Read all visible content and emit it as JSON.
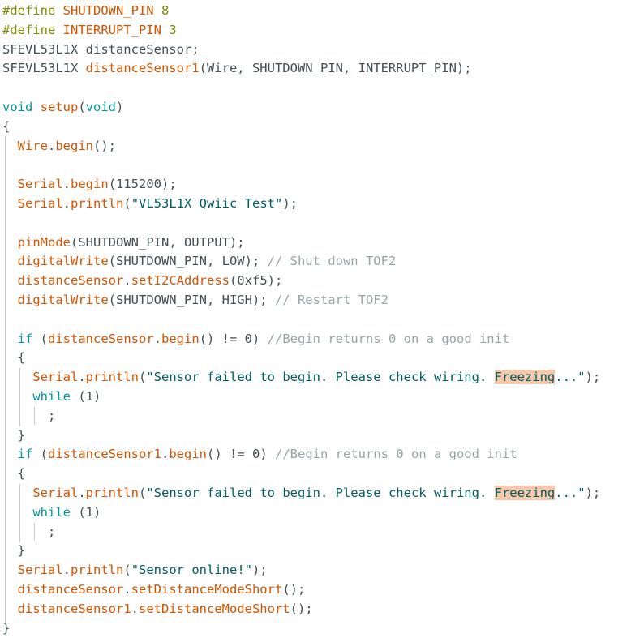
{
  "editor": {
    "language": "Arduino C++",
    "colors": {
      "preprocessor": "#728e00",
      "keyword": "#00979c",
      "function": "#d35400",
      "string": "#005c5f",
      "comment": "#95a5a6",
      "text": "#434f54",
      "highlight": "#f6c9ad"
    },
    "lines": [
      [
        {
          "t": "pp",
          "s": "#define "
        },
        {
          "t": "fn",
          "s": "SHUTDOWN_PIN"
        },
        {
          "t": "pp",
          "s": " 8"
        }
      ],
      [
        {
          "t": "pp",
          "s": "#define "
        },
        {
          "t": "fn",
          "s": "INTERRUPT_PIN"
        },
        {
          "t": "pp",
          "s": " 3"
        }
      ],
      [
        {
          "t": "tx",
          "s": "SFEVL53L1X distanceSensor;"
        }
      ],
      [
        {
          "t": "tx",
          "s": "SFEVL53L1X "
        },
        {
          "t": "fn",
          "s": "distanceSensor1"
        },
        {
          "t": "tx",
          "s": "(Wire, SHUTDOWN_PIN, INTERRUPT_PIN);"
        }
      ],
      [],
      [
        {
          "t": "kw",
          "s": "void"
        },
        {
          "t": "tx",
          "s": " "
        },
        {
          "t": "fn",
          "s": "setup"
        },
        {
          "t": "tx",
          "s": "("
        },
        {
          "t": "kw",
          "s": "void"
        },
        {
          "t": "tx",
          "s": ")"
        }
      ],
      [
        {
          "t": "tx",
          "s": "{"
        }
      ],
      [
        {
          "t": "tx",
          "s": "  "
        },
        {
          "t": "fn",
          "s": "Wire"
        },
        {
          "t": "tx",
          "s": "."
        },
        {
          "t": "fn",
          "s": "begin"
        },
        {
          "t": "tx",
          "s": "();"
        }
      ],
      [],
      [
        {
          "t": "tx",
          "s": "  "
        },
        {
          "t": "fn",
          "s": "Serial"
        },
        {
          "t": "tx",
          "s": "."
        },
        {
          "t": "fn",
          "s": "begin"
        },
        {
          "t": "tx",
          "s": "(115200);"
        }
      ],
      [
        {
          "t": "tx",
          "s": "  "
        },
        {
          "t": "fn",
          "s": "Serial"
        },
        {
          "t": "tx",
          "s": "."
        },
        {
          "t": "fn",
          "s": "println"
        },
        {
          "t": "tx",
          "s": "("
        },
        {
          "t": "st",
          "s": "\"VL53L1X Qwiic Test\""
        },
        {
          "t": "tx",
          "s": ");"
        }
      ],
      [],
      [
        {
          "t": "tx",
          "s": "  "
        },
        {
          "t": "fn",
          "s": "pinMode"
        },
        {
          "t": "tx",
          "s": "(SHUTDOWN_PIN, OUTPUT);"
        }
      ],
      [
        {
          "t": "tx",
          "s": "  "
        },
        {
          "t": "fn",
          "s": "digitalWrite"
        },
        {
          "t": "tx",
          "s": "(SHUTDOWN_PIN, LOW); "
        },
        {
          "t": "cm",
          "s": "// Shut down TOF2"
        }
      ],
      [
        {
          "t": "tx",
          "s": "  "
        },
        {
          "t": "fn",
          "s": "distanceSensor"
        },
        {
          "t": "tx",
          "s": "."
        },
        {
          "t": "fn",
          "s": "setI2CAddress"
        },
        {
          "t": "tx",
          "s": "(0xf5);"
        }
      ],
      [
        {
          "t": "tx",
          "s": "  "
        },
        {
          "t": "fn",
          "s": "digitalWrite"
        },
        {
          "t": "tx",
          "s": "(SHUTDOWN_PIN, HIGH); "
        },
        {
          "t": "cm",
          "s": "// Restart TOF2"
        }
      ],
      [],
      [
        {
          "t": "tx",
          "s": "  "
        },
        {
          "t": "kw",
          "s": "if"
        },
        {
          "t": "tx",
          "s": " ("
        },
        {
          "t": "fn",
          "s": "distanceSensor"
        },
        {
          "t": "tx",
          "s": "."
        },
        {
          "t": "fn",
          "s": "begin"
        },
        {
          "t": "tx",
          "s": "() != 0) "
        },
        {
          "t": "cm",
          "s": "//Begin returns 0 on a good init"
        }
      ],
      [
        {
          "t": "tx",
          "s": "  {"
        }
      ],
      [
        {
          "t": "tx",
          "s": "    "
        },
        {
          "t": "fn",
          "s": "Serial"
        },
        {
          "t": "tx",
          "s": "."
        },
        {
          "t": "fn",
          "s": "println"
        },
        {
          "t": "tx",
          "s": "("
        },
        {
          "t": "st",
          "s": "\"Sensor failed to begin. Please check wiring. "
        },
        {
          "t": "hl",
          "s": "Freezing"
        },
        {
          "t": "st",
          "s": "...\""
        },
        {
          "t": "tx",
          "s": ");"
        }
      ],
      [
        {
          "t": "tx",
          "s": "    "
        },
        {
          "t": "kw",
          "s": "while"
        },
        {
          "t": "tx",
          "s": " (1)"
        }
      ],
      [
        {
          "t": "tx",
          "s": "      ;"
        }
      ],
      [
        {
          "t": "tx",
          "s": "  }"
        }
      ],
      [
        {
          "t": "tx",
          "s": "  "
        },
        {
          "t": "kw",
          "s": "if"
        },
        {
          "t": "tx",
          "s": " ("
        },
        {
          "t": "fn",
          "s": "distanceSensor1"
        },
        {
          "t": "tx",
          "s": "."
        },
        {
          "t": "fn",
          "s": "begin"
        },
        {
          "t": "tx",
          "s": "() != 0) "
        },
        {
          "t": "cm",
          "s": "//Begin returns 0 on a good init"
        }
      ],
      [
        {
          "t": "tx",
          "s": "  {"
        }
      ],
      [
        {
          "t": "tx",
          "s": "    "
        },
        {
          "t": "fn",
          "s": "Serial"
        },
        {
          "t": "tx",
          "s": "."
        },
        {
          "t": "fn",
          "s": "println"
        },
        {
          "t": "tx",
          "s": "("
        },
        {
          "t": "st",
          "s": "\"Sensor failed to begin. Please check wiring. "
        },
        {
          "t": "hl",
          "s": "Freezing"
        },
        {
          "t": "st",
          "s": "...\""
        },
        {
          "t": "tx",
          "s": ");"
        }
      ],
      [
        {
          "t": "tx",
          "s": "    "
        },
        {
          "t": "kw",
          "s": "while"
        },
        {
          "t": "tx",
          "s": " (1)"
        }
      ],
      [
        {
          "t": "tx",
          "s": "      ;"
        }
      ],
      [
        {
          "t": "tx",
          "s": "  }"
        }
      ],
      [
        {
          "t": "tx",
          "s": "  "
        },
        {
          "t": "fn",
          "s": "Serial"
        },
        {
          "t": "tx",
          "s": "."
        },
        {
          "t": "fn",
          "s": "println"
        },
        {
          "t": "tx",
          "s": "("
        },
        {
          "t": "st",
          "s": "\"Sensor online!\""
        },
        {
          "t": "tx",
          "s": ");"
        }
      ],
      [
        {
          "t": "tx",
          "s": "  "
        },
        {
          "t": "fn",
          "s": "distanceSensor"
        },
        {
          "t": "tx",
          "s": "."
        },
        {
          "t": "fn",
          "s": "setDistanceModeShort"
        },
        {
          "t": "tx",
          "s": "();"
        }
      ],
      [
        {
          "t": "tx",
          "s": "  "
        },
        {
          "t": "fn",
          "s": "distanceSensor1"
        },
        {
          "t": "tx",
          "s": "."
        },
        {
          "t": "fn",
          "s": "setDistanceModeShort"
        },
        {
          "t": "tx",
          "s": "();"
        }
      ],
      [
        {
          "t": "tx",
          "s": "}"
        }
      ]
    ]
  }
}
